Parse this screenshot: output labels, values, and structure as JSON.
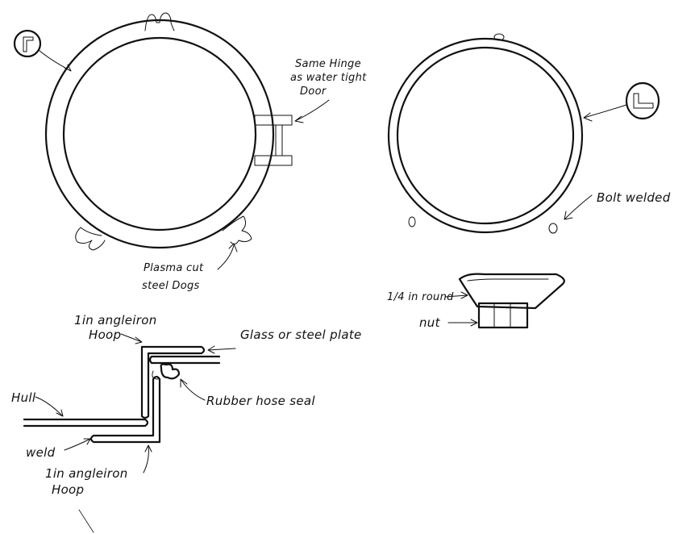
{
  "labels": {
    "hinge_line1": "Same Hinge",
    "hinge_line2": "as water tight",
    "hinge_line3": "Door",
    "dogs_line1": "Plasma cut",
    "dogs_line2": "steel Dogs",
    "bolt": "Bolt welded",
    "round": "1/4 in round",
    "nut": "nut",
    "angle_top_line1": "1in angleiron",
    "angle_top_line2": "Hoop",
    "glass": "Glass or steel plate",
    "hull": "Hull",
    "hose": "Rubber hose seal",
    "weld": "weld",
    "angle_bottom_line1": "1in angleiron",
    "angle_bottom_line2": "Hoop"
  },
  "icons": {
    "left_profile": "angle-profile-icon",
    "right_profile": "angle-profile-icon"
  }
}
